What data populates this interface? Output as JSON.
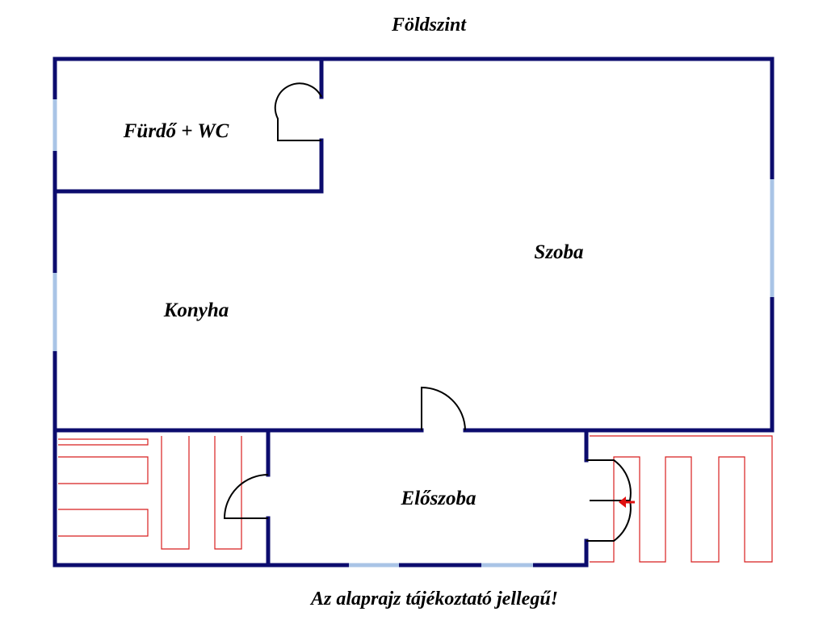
{
  "title": "Földszint",
  "rooms": {
    "bath": "Fürdő + WC",
    "room": "Szoba",
    "kitchen": "Konyha",
    "hall": "Előszoba"
  },
  "disclaimer": "Az alaprajz tájékoztató jellegű!",
  "colors": {
    "wall": "#0c0c6e",
    "window": "#a9c4e6",
    "door": "#000000",
    "heating": "#d81e1e",
    "entry_arrow": "#e01010"
  }
}
